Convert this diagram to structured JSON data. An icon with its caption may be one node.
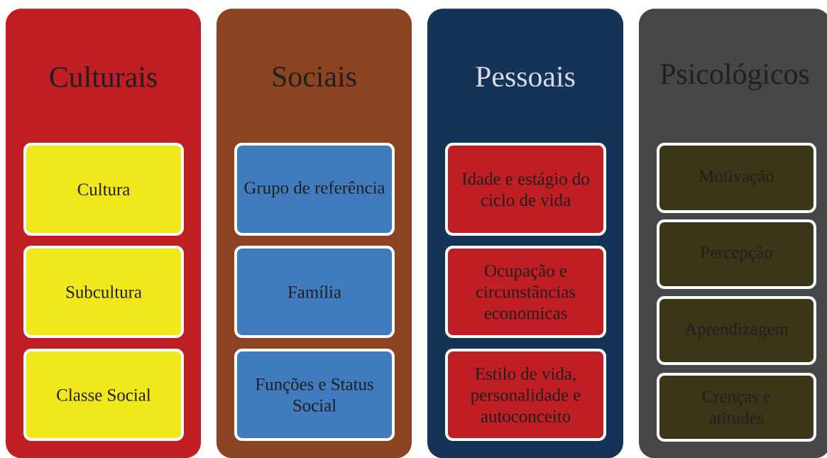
{
  "diagram": {
    "nodes": [
      {
        "text": [
          "Culturais"
        ]
      },
      {
        "text": [
          "Cultura"
        ],
        "in": 0
      },
      {
        "text": [
          "Subcultura"
        ],
        "in": 0
      },
      {
        "text": [
          "Classe Social"
        ],
        "in": 0
      },
      {
        "text": [
          "Sociais"
        ]
      },
      {
        "text": [
          "Grupo de referência"
        ],
        "in": 4
      },
      {
        "text": [
          "Família"
        ],
        "in": 4
      },
      {
        "text": [
          "Funções e Status Social"
        ],
        "in": 4
      },
      {
        "text": [
          "Pessoais"
        ]
      },
      {
        "text": [
          "Idade e estágio do ciclo de vida"
        ],
        "in": 8
      },
      {
        "text": [
          "Ocupação e circunstâncias economicas"
        ],
        "in": 8
      },
      {
        "text": [
          "Estilo de vida, personalidade e autoconceito"
        ],
        "in": 8
      },
      {
        "text": [
          "Psicológicos"
        ]
      },
      {
        "text": [
          "Motivação"
        ],
        "in": 12
      },
      {
        "text": [
          "Percepção"
        ],
        "in": 12
      },
      {
        "text": [
          "Aprendizagem"
        ],
        "in": 12
      },
      {
        "text": [
          "Crenças e atitudes"
        ],
        "in": 12
      }
    ]
  }
}
